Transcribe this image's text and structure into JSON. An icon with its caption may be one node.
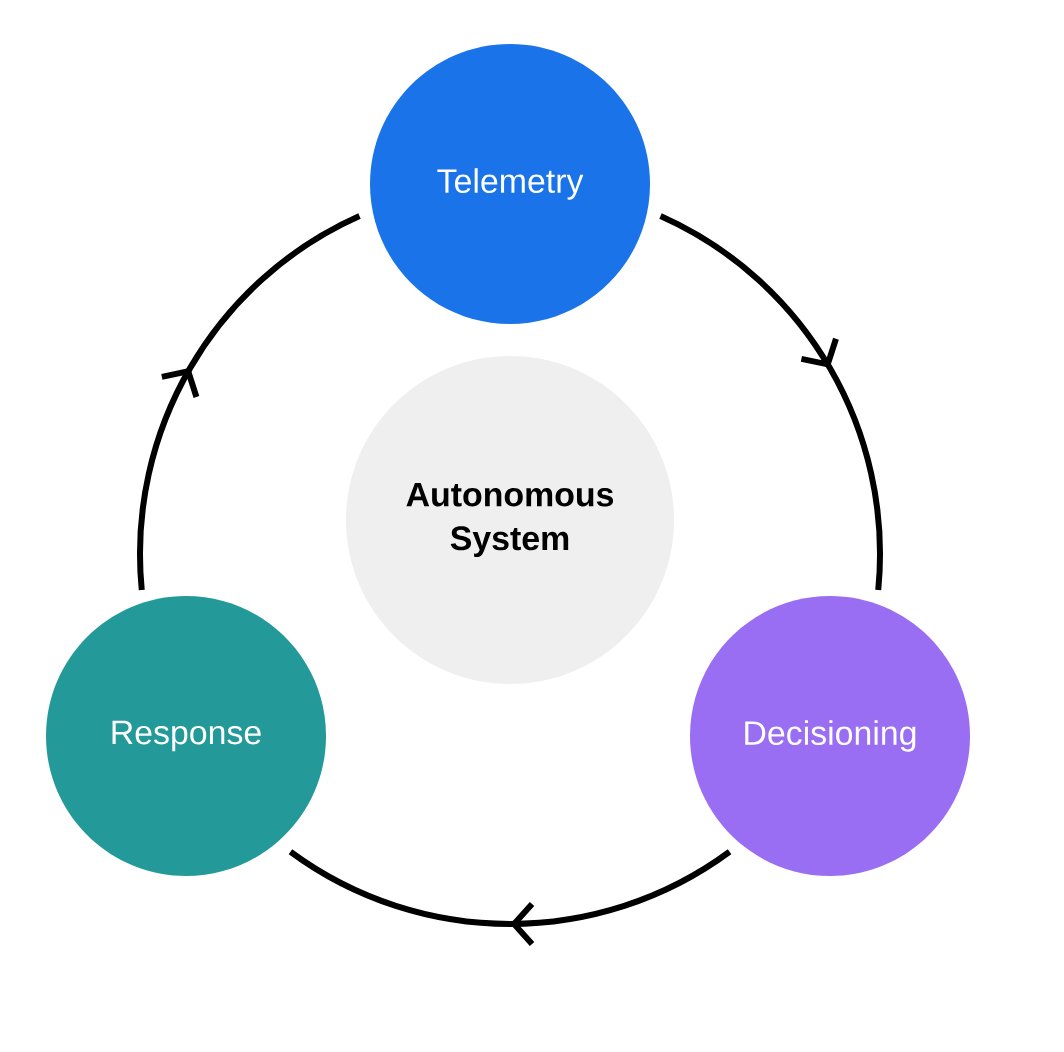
{
  "diagram": {
    "nodes": [
      {
        "text": [
          "Telemetry"
        ]
      },
      {
        "text": [
          "Decisioning"
        ]
      },
      {
        "text": [
          "Response"
        ]
      },
      {
        "text": [
          "Autonomous System"
        ]
      }
    ],
    "edges": [
      {
        "from": 0,
        "to": 1,
        "arrow": "to"
      },
      {
        "from": 1,
        "to": 2,
        "arrow": "to"
      },
      {
        "from": 2,
        "to": 0,
        "arrow": "to"
      }
    ]
  }
}
